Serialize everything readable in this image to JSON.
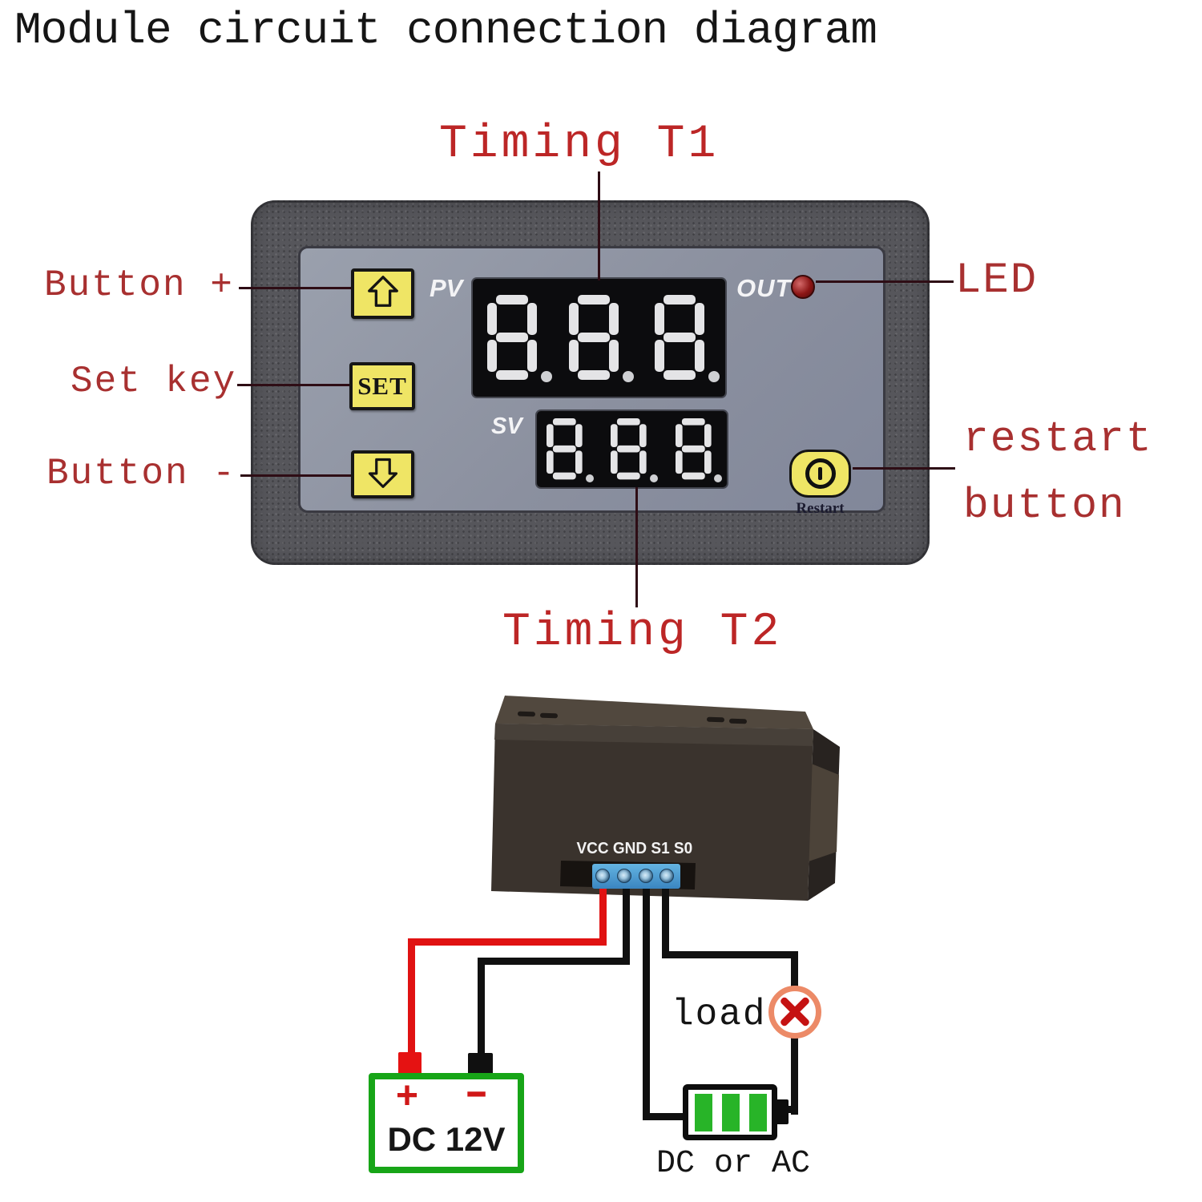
{
  "title": "Module circuit connection diagram",
  "annotations": {
    "timing_t1": "Timing T1",
    "timing_t2": "Timing T2",
    "button_plus": "Button +",
    "set_key": "Set key",
    "button_minus": "Button -",
    "led": "LED",
    "restart_line1": "restart",
    "restart_line2": "button",
    "load": "load"
  },
  "module_front": {
    "pv_label": "PV",
    "sv_label": "SV",
    "out_label": "OUT",
    "pv_value": "888",
    "sv_value": "888",
    "set_button": "SET",
    "restart_button": "Restart"
  },
  "module_rear": {
    "terminals": "VCC GND S1 S0"
  },
  "power": {
    "battery_label": "DC 12V",
    "battery_plus": "+",
    "battery_minus": "-",
    "load_supply_label": "DC or AC"
  },
  "colors": {
    "annotation_red": "#a83030",
    "timing_red": "#bc2626",
    "wire_red": "#e01212",
    "wire_black": "#101010",
    "battery_green": "#17a517",
    "load_bar_green": "#28b428",
    "button_yellow": "#efe565",
    "panel_gray": "#8e93a2",
    "bezel_gray": "#56565b",
    "led_red": "#8c1616",
    "load_ring_orange": "#ec8a67"
  }
}
